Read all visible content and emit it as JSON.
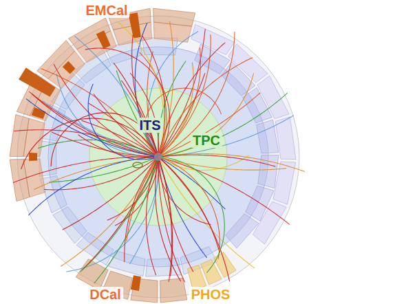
{
  "diagram": {
    "labels": [
      "EMCal",
      "ITS",
      "TPC",
      "DCal",
      "PHOS"
    ]
  }
}
